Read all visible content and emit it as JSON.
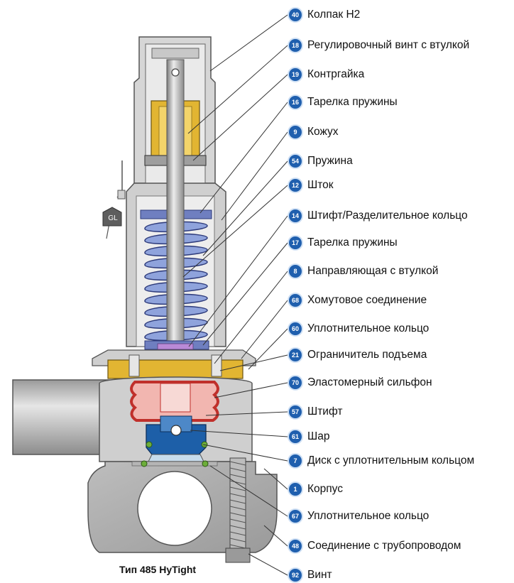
{
  "diagram": {
    "caption": "Тип 485 HyTight",
    "gl_tag": "GL",
    "colors": {
      "badge": "#1f5fae",
      "metal_light": "#d8d8d8",
      "metal_mid": "#a9a9a9",
      "spring": "#6f86c8",
      "brass": "#e2b532",
      "bellows": "#d9453d",
      "seal_ring": "#6dae3a",
      "disc": "#1d5fa8"
    },
    "callouts": [
      {
        "num": "40",
        "label": "Колпак H2"
      },
      {
        "num": "18",
        "label": "Регулировочный винт с втулкой"
      },
      {
        "num": "19",
        "label": "Контргайка"
      },
      {
        "num": "16",
        "label": "Тарелка пружины"
      },
      {
        "num": "9",
        "label": "Кожух"
      },
      {
        "num": "54",
        "label": "Пружина"
      },
      {
        "num": "12",
        "label": "Шток"
      },
      {
        "num": "14",
        "label": "Штифт/Разделительное кольцо"
      },
      {
        "num": "17",
        "label": "Тарелка пружины"
      },
      {
        "num": "8",
        "label": "Направляющая с втулкой"
      },
      {
        "num": "68",
        "label": "Хомутовое соединение"
      },
      {
        "num": "60",
        "label": "Уплотнительное кольцо"
      },
      {
        "num": "21",
        "label": "Ограничитель подъема"
      },
      {
        "num": "70",
        "label": "Эластомерный сильфон"
      },
      {
        "num": "57",
        "label": "Штифт"
      },
      {
        "num": "61",
        "label": "Шар"
      },
      {
        "num": "7",
        "label": "Диск с уплотнительным кольцом"
      },
      {
        "num": "1",
        "label": "Корпус"
      },
      {
        "num": "67",
        "label": "Уплотнительное кольцо"
      },
      {
        "num": "48",
        "label": "Соединение с трубопроводом"
      },
      {
        "num": "92",
        "label": "Винт"
      }
    ]
  }
}
